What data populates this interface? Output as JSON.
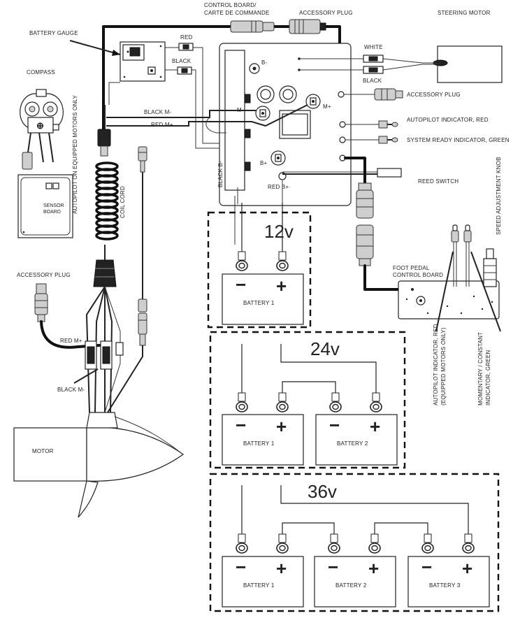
{
  "labels": {
    "control_board": "CONTROL BOARD/",
    "control_board_fr": "CARTE DE COMMANDE",
    "accessory_plug_top": "ACCESSORY PLUG",
    "steering_motor": "STEERING MOTOR",
    "battery_gauge": "BATTERY GAUGE",
    "red_gauge": "RED",
    "black_gauge": "BLACK",
    "white": "WHITE",
    "black_right": "BLACK",
    "b_minus": "B-",
    "m_minus": "M-",
    "m_plus": "M+",
    "b_plus": "B+",
    "accessory_plug_right": "ACCESSORY PLUG",
    "autopilot_indicator_red": "AUTOPILOT INDICATOR, RED",
    "system_ready_indicator": "SYSTEM READY INDICATOR, GREEN",
    "black_m_minus_board": "BLACK M-",
    "red_m_plus_board": "RED M+",
    "compass": "COMPASS",
    "reed_switch": "REED SWITCH",
    "black_b_minus": "BLACK B-",
    "red_b_plus": "RED B+",
    "coil_cord": "COIL CORD",
    "autopilot_equipped": "AUTOPILOT ON EQUIPPED MOTORS ONLY",
    "sensor_board_1": "SENSOR",
    "sensor_board_2": "BOARD",
    "speed_adjustment_knob": "SPEED ADJUSTMENT KNOB",
    "foot_pedal_1": "FOOT PEDAL",
    "foot_pedal_2": "CONTROL BOARD",
    "accessory_plug_left": "ACCESSORY PLUG",
    "red_m_plus_motor": "RED M+",
    "black_m_minus_motor": "BLACK M-",
    "motor": "MOTOR",
    "autopilot_indicator_red_v1": "AUTOPILOT INDICATOR, RED",
    "autopilot_indicator_red_v2": "(EQUIPPED MOTORS ONLY)",
    "momentary_constant_1": "MOMENTARY / CONSTANT",
    "momentary_constant_2": "INDICATOR, GREEN"
  },
  "systems": {
    "v12": {
      "voltage": "12v",
      "batteries": [
        {
          "name": "BATTERY 1",
          "minus": "−",
          "plus": "+"
        }
      ]
    },
    "v24": {
      "voltage": "24v",
      "batteries": [
        {
          "name": "BATTERY 1",
          "minus": "−",
          "plus": "+"
        },
        {
          "name": "BATTERY 2",
          "minus": "−",
          "plus": "+"
        }
      ]
    },
    "v36": {
      "voltage": "36v",
      "batteries": [
        {
          "name": "BATTERY 1",
          "minus": "−",
          "plus": "+"
        },
        {
          "name": "BATTERY 2",
          "minus": "−",
          "plus": "+"
        },
        {
          "name": "BATTERY 3",
          "minus": "−",
          "plus": "+"
        }
      ]
    }
  }
}
